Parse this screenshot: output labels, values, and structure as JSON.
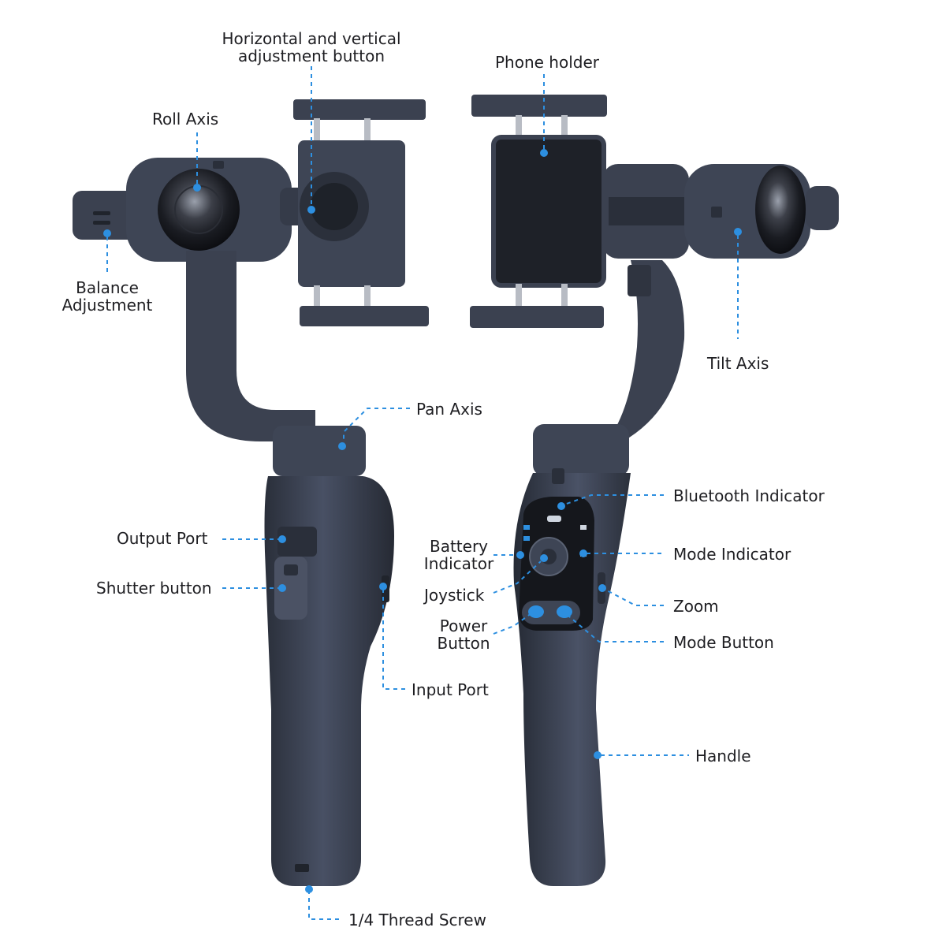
{
  "labels": {
    "hv_button": [
      "Horizontal and vertical",
      "adjustment button"
    ],
    "phone_holder": "Phone holder",
    "roll_axis": "Roll Axis",
    "balance": [
      "Balance",
      "Adjustment"
    ],
    "tilt_axis": "Tilt Axis",
    "pan_axis": "Pan Axis",
    "output_port": "Output Port",
    "shutter_button": "Shutter button",
    "input_port": "Input Port",
    "thread_screw": "1/4 Thread Screw",
    "bluetooth": "Bluetooth Indicator",
    "battery": [
      "Battery",
      "Indicator"
    ],
    "mode_indicator": "Mode Indicator",
    "joystick": "Joystick",
    "zoom": "Zoom",
    "power": [
      "Power",
      "Button"
    ],
    "mode_button": "Mode Button",
    "handle": "Handle"
  },
  "colors": {
    "body": "#3b4150",
    "body_dark": "#2a2f3a",
    "accent": "#2d8fe0"
  }
}
